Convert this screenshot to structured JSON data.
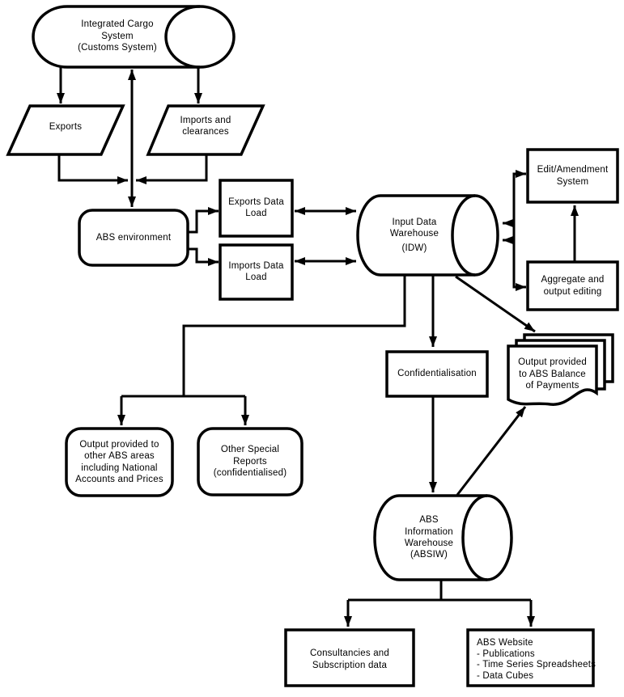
{
  "diagram": {
    "description": "Flowchart of cargo/trade data processing through ABS systems",
    "colors": {
      "stroke": "#000000",
      "fill": "#ffffff",
      "text": "#000000",
      "background": "#ffffff"
    },
    "nodes": {
      "ics": {
        "shape": "cylinder",
        "lines": [
          "Integrated Cargo",
          "System",
          "(Customs System)"
        ]
      },
      "exports": {
        "shape": "parallelogram",
        "label": "Exports"
      },
      "imports": {
        "shape": "parallelogram",
        "lines": [
          "Imports and",
          "clearances"
        ]
      },
      "abs_env": {
        "shape": "rounded-rectangle",
        "label": "ABS environment"
      },
      "exports_load": {
        "shape": "rectangle",
        "lines": [
          "Exports Data",
          "Load"
        ]
      },
      "imports_load": {
        "shape": "rectangle",
        "lines": [
          "Imports Data",
          "Load"
        ]
      },
      "idw": {
        "shape": "cylinder",
        "lines": [
          "Input Data",
          "Warehouse",
          "(IDW)"
        ]
      },
      "edit_amendment": {
        "shape": "rectangle",
        "lines": [
          "Edit/Amendment",
          "System"
        ]
      },
      "aggregate": {
        "shape": "rectangle",
        "lines": [
          "Aggregate and",
          "output editing"
        ]
      },
      "confidentialisation": {
        "shape": "rectangle",
        "label": "Confidentialisation"
      },
      "bop_output": {
        "shape": "document-stack",
        "lines": [
          "Output provided",
          "to ABS Balance",
          "of Payments"
        ]
      },
      "other_abs": {
        "shape": "rounded-rectangle",
        "lines": [
          "Output provided to",
          "other ABS areas",
          "including National",
          "Accounts and Prices"
        ]
      },
      "special_reports": {
        "shape": "rounded-rectangle",
        "lines": [
          "Other Special",
          "Reports",
          "(confidentialised)"
        ]
      },
      "absiw": {
        "shape": "cylinder",
        "lines": [
          "ABS",
          "Information",
          "Warehouse",
          "(ABSIW)"
        ]
      },
      "consultancies": {
        "shape": "rectangle",
        "lines": [
          "Consultancies and",
          "Subscription data"
        ]
      },
      "abs_website": {
        "shape": "rectangle",
        "lines": [
          "ABS Website",
          "- Publications",
          "- Time Series Spreadsheets",
          "- Data Cubes"
        ]
      }
    },
    "edges": [
      "Integrated Cargo System -> Exports",
      "Integrated Cargo System -> Imports and clearances",
      "Exports -> ABS environment",
      "Imports and clearances -> ABS environment",
      "ABS environment -> Integrated Cargo System",
      "ABS environment -> Exports Data Load",
      "ABS environment -> Imports Data Load",
      "Exports Data Load <-> Input Data Warehouse (IDW)",
      "Imports Data Load <-> Input Data Warehouse (IDW)",
      "Input Data Warehouse (IDW) <-> Edit/Amendment System",
      "Input Data Warehouse (IDW) <-> Aggregate and output editing",
      "Aggregate and output editing -> Edit/Amendment System",
      "Input Data Warehouse (IDW) -> Output provided to other ABS areas including National Accounts and Prices",
      "Input Data Warehouse (IDW) -> Other Special Reports (confidentialised)",
      "Input Data Warehouse (IDW) -> Confidentialisation",
      "Input Data Warehouse (IDW) -> Output provided to ABS Balance of Payments",
      "Confidentialisation -> ABS Information Warehouse (ABSIW)",
      "ABS Information Warehouse (ABSIW) -> Output provided to ABS Balance of Payments",
      "ABS Information Warehouse (ABSIW) -> Consultancies and Subscription data",
      "ABS Information Warehouse (ABSIW) -> ABS Website"
    ]
  }
}
